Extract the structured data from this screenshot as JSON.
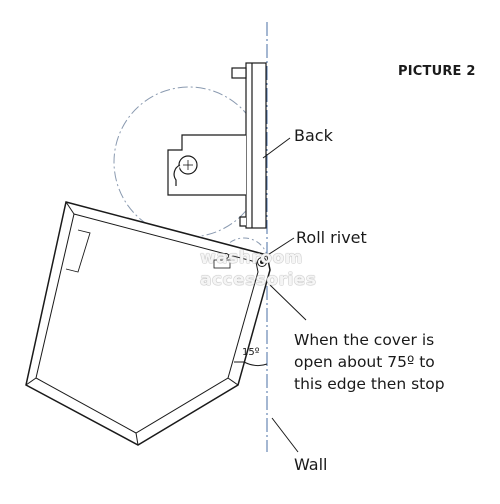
{
  "title": "PICTURE 2",
  "labels": {
    "back": "Back",
    "roll_rivet": "Roll rivet",
    "wall": "Wall",
    "angle": "15º"
  },
  "note": {
    "line1": "When the cover is",
    "line2": "open about 75º to",
    "line3": "this edge then stop"
  },
  "watermark": {
    "line1": "washroom",
    "line2": "accessories"
  },
  "colors": {
    "stroke": "#1a1a1a",
    "wall_line": "#4a6fa5",
    "dash_circle": "#8a9ab0"
  }
}
